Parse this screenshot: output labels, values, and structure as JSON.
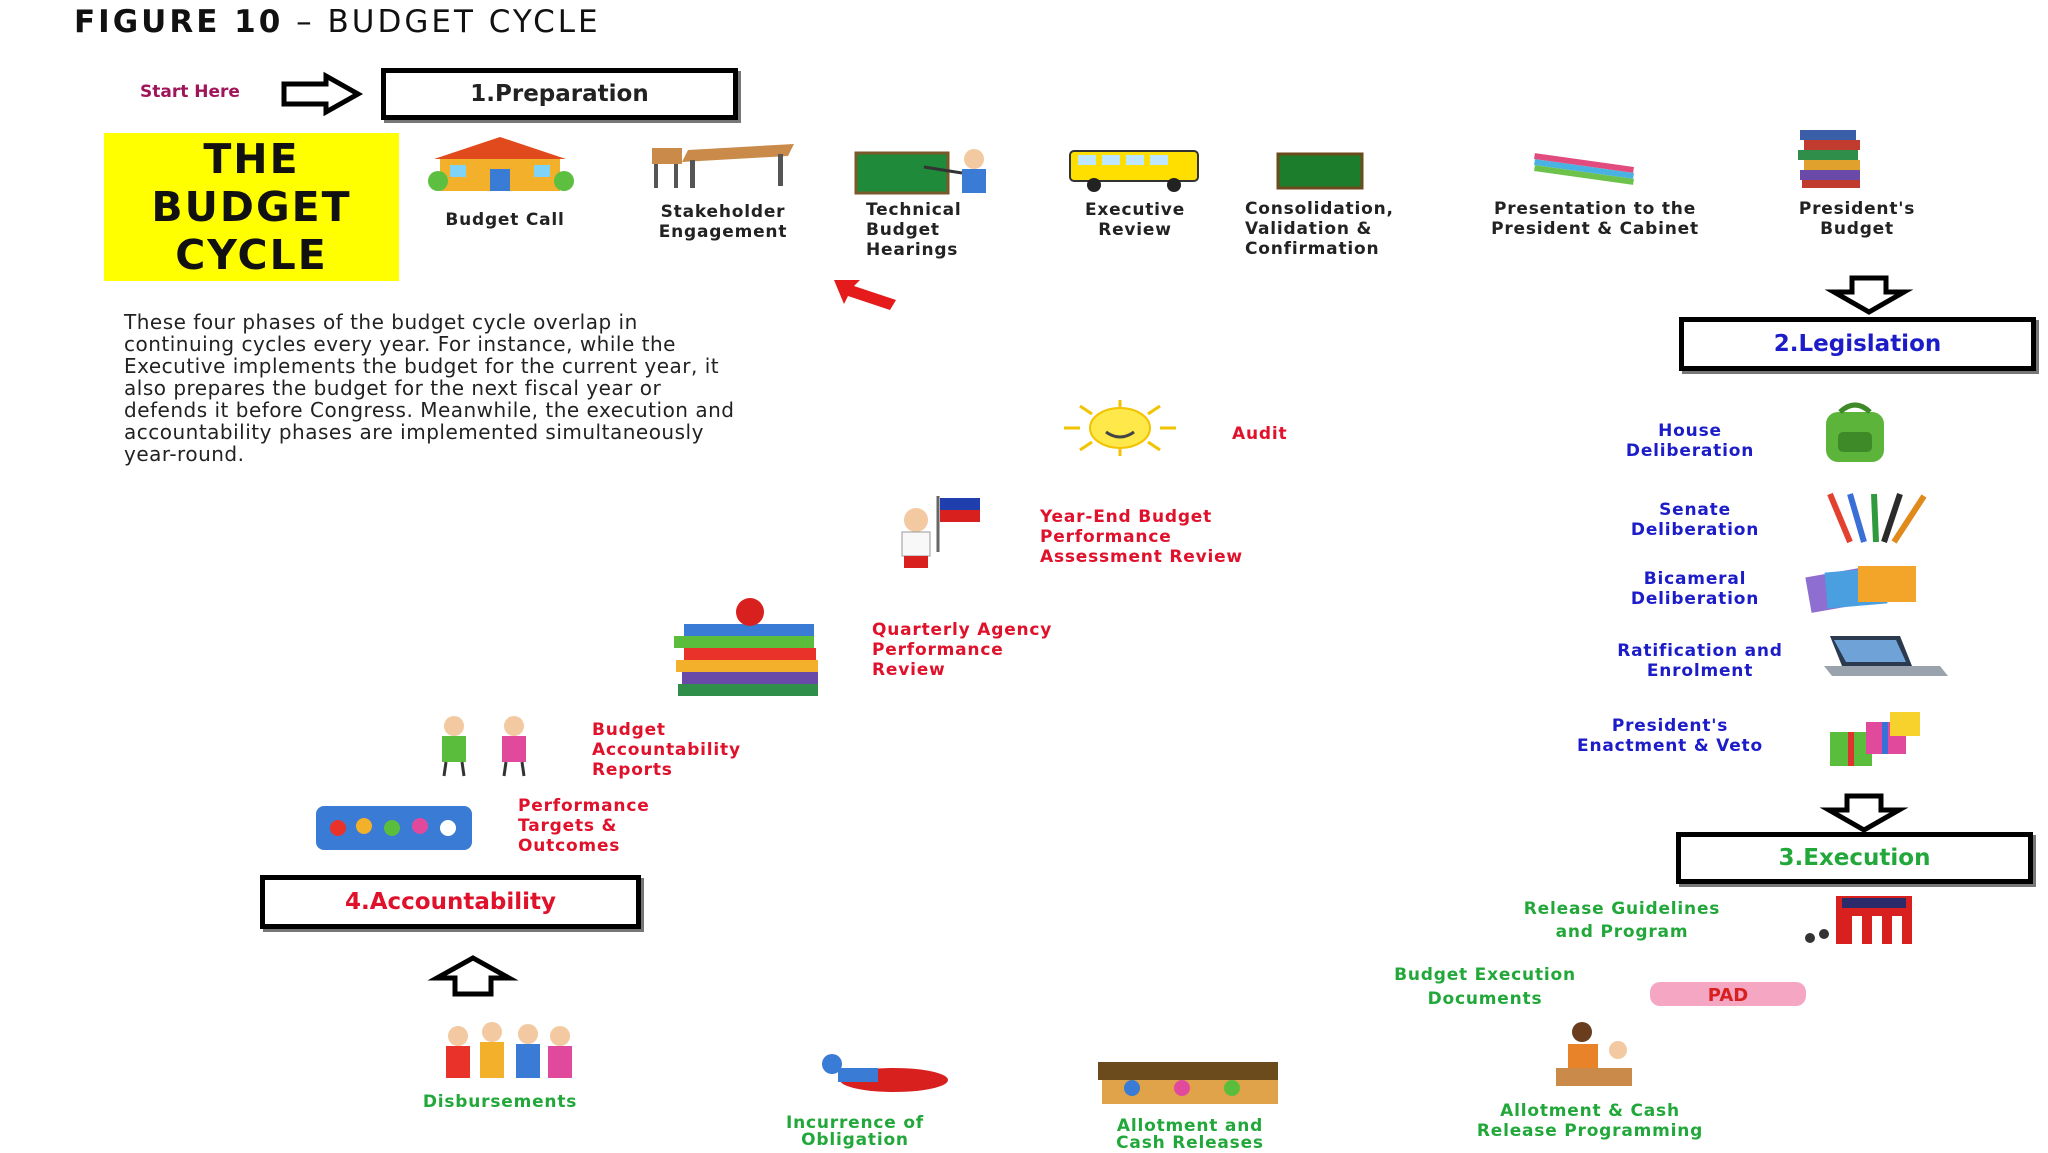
{
  "figure_title": {
    "bold": "FIGURE 10",
    "rest": " – BUDGET CYCLE"
  },
  "start_label": "Start Here",
  "main_title": [
    "THE",
    "BUDGET",
    "CYCLE"
  ],
  "description": "These four phases of the budget cycle overlap in continuing cycles every year. For instance, while the Executive implements the budget for the current year, it also prepares the budget for the next fiscal year or defends it before Congress. Meanwhile, the execution and accountability phases are implemented simultaneously year-round.",
  "phases": {
    "preparation": "1.Preparation",
    "legislation": "2.Legislation",
    "execution": "3.Execution",
    "accountability": "4.Accountability"
  },
  "preparation_steps": [
    "Budget Call",
    "Stakeholder\nEngagement",
    "Technical\nBudget\nHearings",
    "Executive\nReview",
    "Consolidation,\nValidation &\nConfirmation",
    "Presentation to the\nPresident & Cabinet",
    "President's\nBudget"
  ],
  "legislation_steps": [
    "House\nDeliberation",
    "Senate\nDeliberation",
    "Bicameral\nDeliberation",
    "Ratification and\nEnrolment",
    "President's\nEnactment & Veto"
  ],
  "execution_steps": [
    "Release Guidelines\nand Program",
    "Budget Execution\nDocuments",
    "Allotment & Cash\nRelease Programming",
    "Allotment and\nCash Releases",
    "Incurrence of\nObligation",
    "Disbursements"
  ],
  "accountability_steps": [
    "Performance\nTargets &\nOutcomes",
    "Budget\nAccountability\nReports",
    "Quarterly Agency\nPerformance\nReview",
    "Year-End Budget\nPerformance\nAssessment Review",
    "Audit"
  ],
  "colors": {
    "title_box": "#ffff00",
    "preparation_text": "#222222",
    "legislation_text": "#1c1cc8",
    "execution_text": "#22a83a",
    "accountability_text": "#e0112b"
  }
}
